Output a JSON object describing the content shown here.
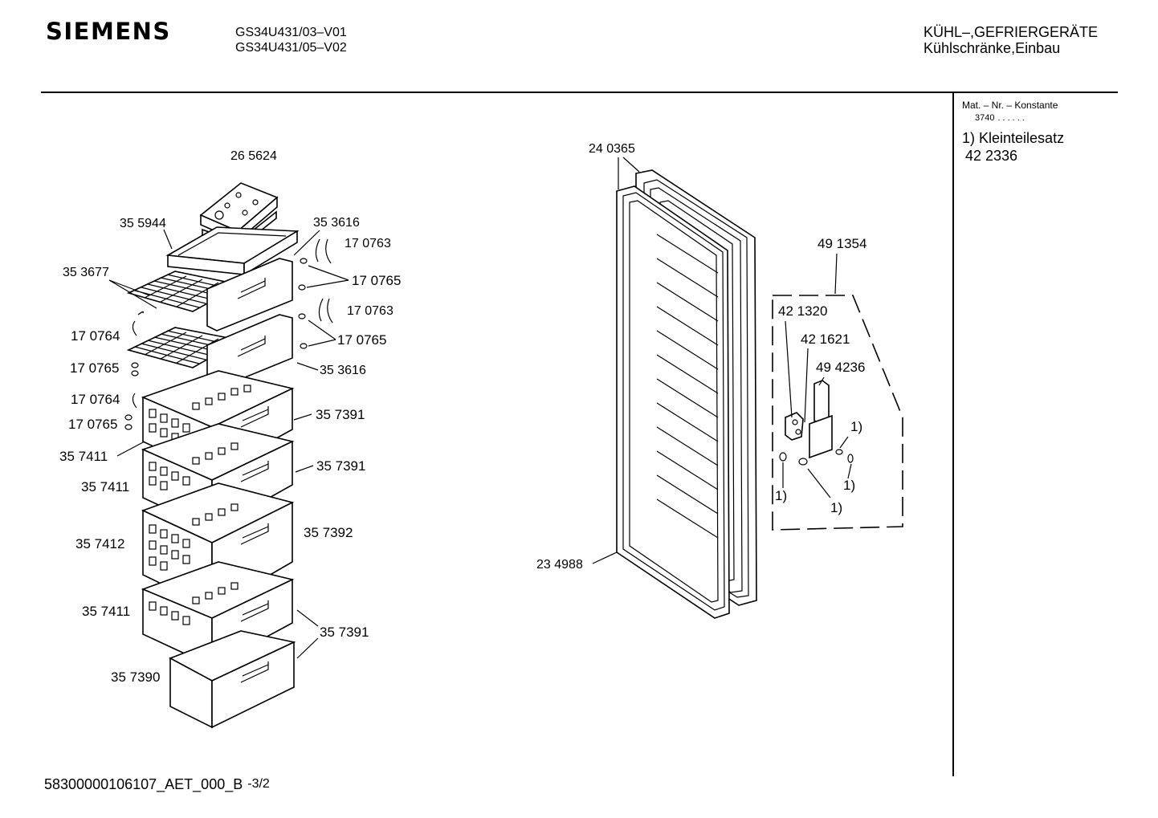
{
  "header": {
    "brand": "SIEMENS",
    "models": [
      "GS34U431/03–V01",
      "GS34U431/05–V02"
    ],
    "category_line1": "KÜHL–,GEFRIERGERÄTE",
    "category_line2": "Kühlschränke,Einbau"
  },
  "sidebar": {
    "konstante_label": "Mat. – Nr. – Konstante",
    "konstante_value": "3740",
    "kit_label": "1) Kleinteilesatz",
    "kit_number": "42 2336"
  },
  "footer": {
    "doc_id": "58300000106107_AET_000_B",
    "page": "-3/2"
  },
  "parts": {
    "p265624": "26 5624",
    "p355944": "35 5944",
    "p353616a": "35 3616",
    "p170763a": "17 0763",
    "p353677": "35 3677",
    "p170765a": "17 0765",
    "p170763b": "17 0763",
    "p170764a": "17 0764",
    "p170765b": "17 0765",
    "p170765c": "17 0765",
    "p353616b": "35 3616",
    "p170764b": "17 0764",
    "p170765d": "17 0765",
    "p357391a": "35 7391",
    "p357411a": "35 7411",
    "p357391b": "35 7391",
    "p357411b": "35 7411",
    "p357412": "35 7412",
    "p357392": "35 7392",
    "p357411c": "35 7411",
    "p357391c": "35 7391",
    "p357390": "35 7390",
    "p240365": "24 0365",
    "p234988": "23 4988",
    "p491354": "49 1354",
    "p421320": "42 1320",
    "p421621": "42 1621",
    "p494236": "49 4236",
    "kit1a": "1)",
    "kit1b": "1)",
    "kit1c": "1)",
    "kit1d": "1)"
  }
}
